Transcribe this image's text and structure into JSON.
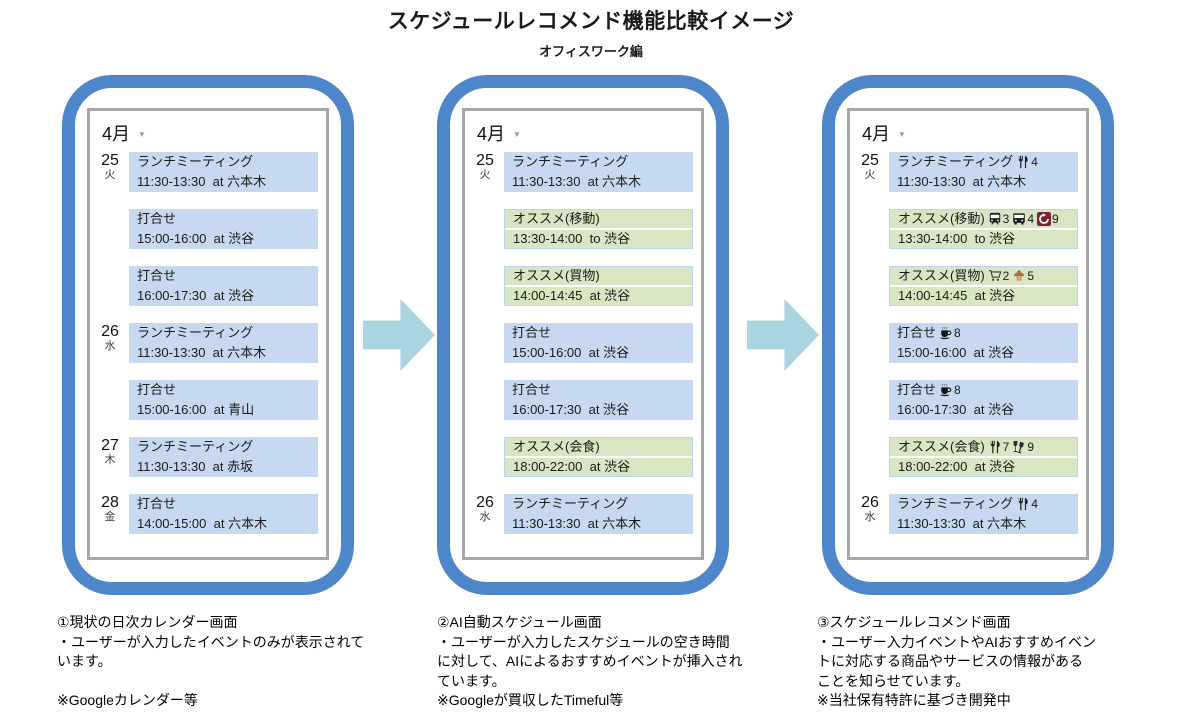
{
  "title": "スケジュールレコメンド機能比較イメージ",
  "subtitle": "オフィスワーク編",
  "colors": {
    "frame_blue": "#4e87c9",
    "arrow_blue": "#a9d4e2",
    "event_user_blue": "#c6d9f0",
    "event_recommend_green": "#d9e6c3",
    "screen_border_gray": "#a6a6a6",
    "metro_badge_maroon": "#7a2430"
  },
  "phones": [
    {
      "name": "current-daily-calendar",
      "month": "4月",
      "events": [
        {
          "date": "25",
          "day": "火",
          "title": "ランチミーティング",
          "time": "11:30-13:30  at 六本木",
          "kind": "user"
        },
        {
          "title": "打合せ",
          "time": "15:00-16:00  at 渋谷",
          "kind": "user"
        },
        {
          "title": "打合せ",
          "time": "16:00-17:30  at 渋谷",
          "kind": "user"
        },
        {
          "date": "26",
          "day": "水",
          "title": "ランチミーティング",
          "time": "11:30-13:30  at 六本木",
          "kind": "user"
        },
        {
          "title": "打合せ",
          "time": "15:00-16:00  at 青山",
          "kind": "user"
        },
        {
          "date": "27",
          "day": "木",
          "title": "ランチミーティング",
          "time": "11:30-13:30  at 赤坂",
          "kind": "user"
        },
        {
          "date": "28",
          "day": "金",
          "title": "打合せ",
          "time": "14:00-15:00  at 六本木",
          "kind": "user"
        }
      ],
      "caption": "①現状の日次カレンダー画面\n・ユーザーが入力したイベントのみが表示されて\nいます。\n\n※Googleカレンダー等"
    },
    {
      "name": "ai-auto-schedule",
      "month": "4月",
      "events": [
        {
          "date": "25",
          "day": "火",
          "title": "ランチミーティング",
          "time": "11:30-13:30  at 六本木",
          "kind": "user"
        },
        {
          "title": "オススメ(移動)",
          "time": "13:30-14:00  to 渋谷",
          "kind": "recommend"
        },
        {
          "title": "オススメ(買物)",
          "time": "14:00-14:45  at 渋谷",
          "kind": "recommend"
        },
        {
          "title": "打合せ",
          "time": "15:00-16:00  at 渋谷",
          "kind": "user"
        },
        {
          "title": "打合せ",
          "time": "16:00-17:30  at 渋谷",
          "kind": "user"
        },
        {
          "title": "オススメ(会食)",
          "time": "18:00-22:00  at 渋谷",
          "kind": "recommend"
        },
        {
          "date": "26",
          "day": "水",
          "title": "ランチミーティング",
          "time": "11:30-13:30  at 六本木",
          "kind": "user"
        }
      ],
      "caption": "②AI自動スケジュール画面\n・ユーザーが入力したスケジュールの空き時間\nに対して、AIによるおすすめイベントが挿入され\nています。\n※Googleが買収したTimeful等"
    },
    {
      "name": "schedule-recommend",
      "month": "4月",
      "events": [
        {
          "date": "25",
          "day": "火",
          "title": "ランチミーティング",
          "time": "11:30-13:30  at 六本木",
          "kind": "user",
          "badges": [
            {
              "icon": "fork-knife",
              "count": "4"
            }
          ]
        },
        {
          "title": "オススメ(移動)",
          "time": "13:30-14:00  to 渋谷",
          "kind": "recommend",
          "badges": [
            {
              "icon": "train",
              "count": "3"
            },
            {
              "icon": "bus",
              "count": "4"
            },
            {
              "icon": "metro-logo",
              "count": "9"
            }
          ]
        },
        {
          "title": "オススメ(買物)",
          "time": "14:00-14:45  at 渋谷",
          "kind": "recommend",
          "badges": [
            {
              "icon": "shopping-cart",
              "count": "2"
            },
            {
              "icon": "cupcake",
              "count": "5"
            }
          ]
        },
        {
          "title": "打合せ",
          "time": "15:00-16:00  at 渋谷",
          "kind": "user",
          "badges": [
            {
              "icon": "coffee",
              "count": "8"
            }
          ]
        },
        {
          "title": "打合せ",
          "time": "16:00-17:30  at 渋谷",
          "kind": "user",
          "badges": [
            {
              "icon": "coffee",
              "count": "8"
            }
          ]
        },
        {
          "title": "オススメ(会食)",
          "time": "18:00-22:00  at 渋谷",
          "kind": "recommend",
          "badges": [
            {
              "icon": "fork-knife",
              "count": "7"
            },
            {
              "icon": "wine-glasses",
              "count": "9"
            }
          ]
        },
        {
          "date": "26",
          "day": "水",
          "title": "ランチミーティング",
          "time": "11:30-13:30  at 六本木",
          "kind": "user",
          "badges": [
            {
              "icon": "fork-knife",
              "count": "4"
            }
          ]
        }
      ],
      "caption": "③スケジュールレコメンド画面\n・ユーザー入力イベントやAIおすすめイベン\nトに対応する商品やサービスの情報がある\nことを知らせています。\n※当社保有特許に基づき開発中"
    }
  ]
}
